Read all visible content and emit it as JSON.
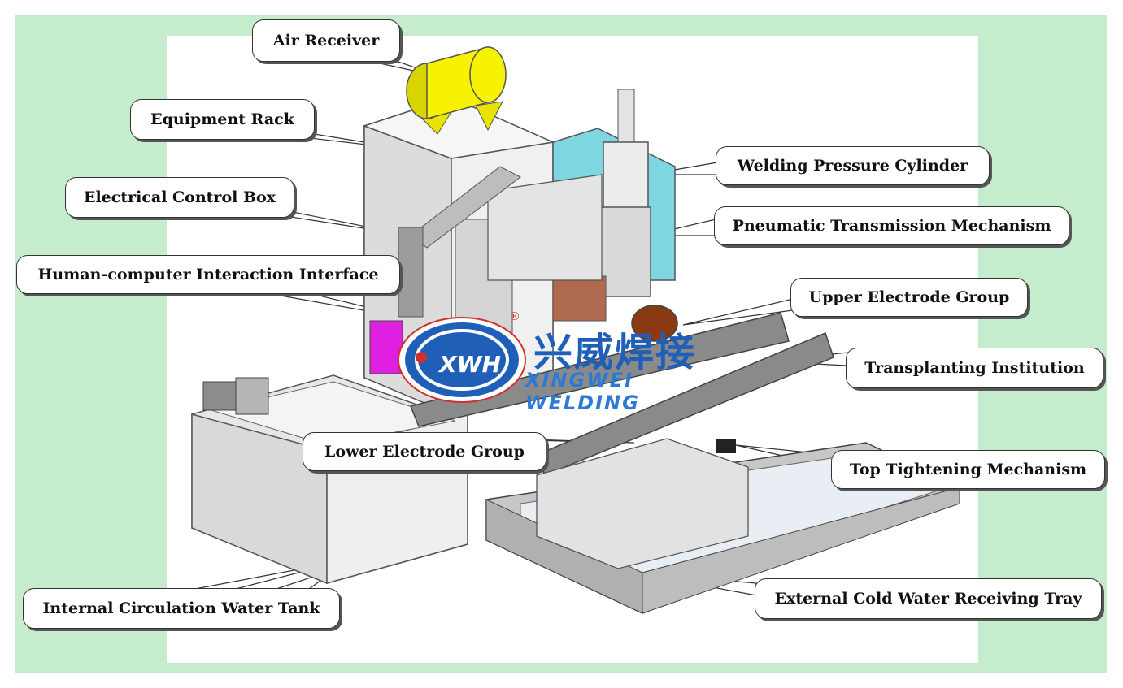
{
  "colors": {
    "background": "#c6ecce",
    "canvas": "#ffffff",
    "air_receiver": "#f7f200",
    "cylinder_panel": "#7ed6e0",
    "electrode_wheel": "#8a3a12",
    "logo_blue": "#1f5fb8",
    "accent_magenta": "#e020e0"
  },
  "logo": {
    "chinese_text": "兴威焊接",
    "english_text": "XINGWEI WELDING",
    "mark_text": "XWH",
    "registered_symbol": "®"
  },
  "labels": {
    "air_receiver": "Air Receiver",
    "equipment_rack": "Equipment Rack",
    "electrical_control_box": "Electrical Control Box",
    "hci_interface": "Human-computer Interaction Interface",
    "welding_pressure_cylinder": "Welding Pressure Cylinder",
    "pneumatic_transmission": "Pneumatic Transmission Mechanism",
    "upper_electrode_group": "Upper Electrode Group",
    "transplanting_institution": "Transplanting Institution",
    "lower_electrode_group": "Lower Electrode Group",
    "top_tightening_mechanism": "Top Tightening Mechanism",
    "internal_water_tank": "Internal Circulation Water Tank",
    "external_water_tray": "External Cold Water Receiving Tray"
  }
}
